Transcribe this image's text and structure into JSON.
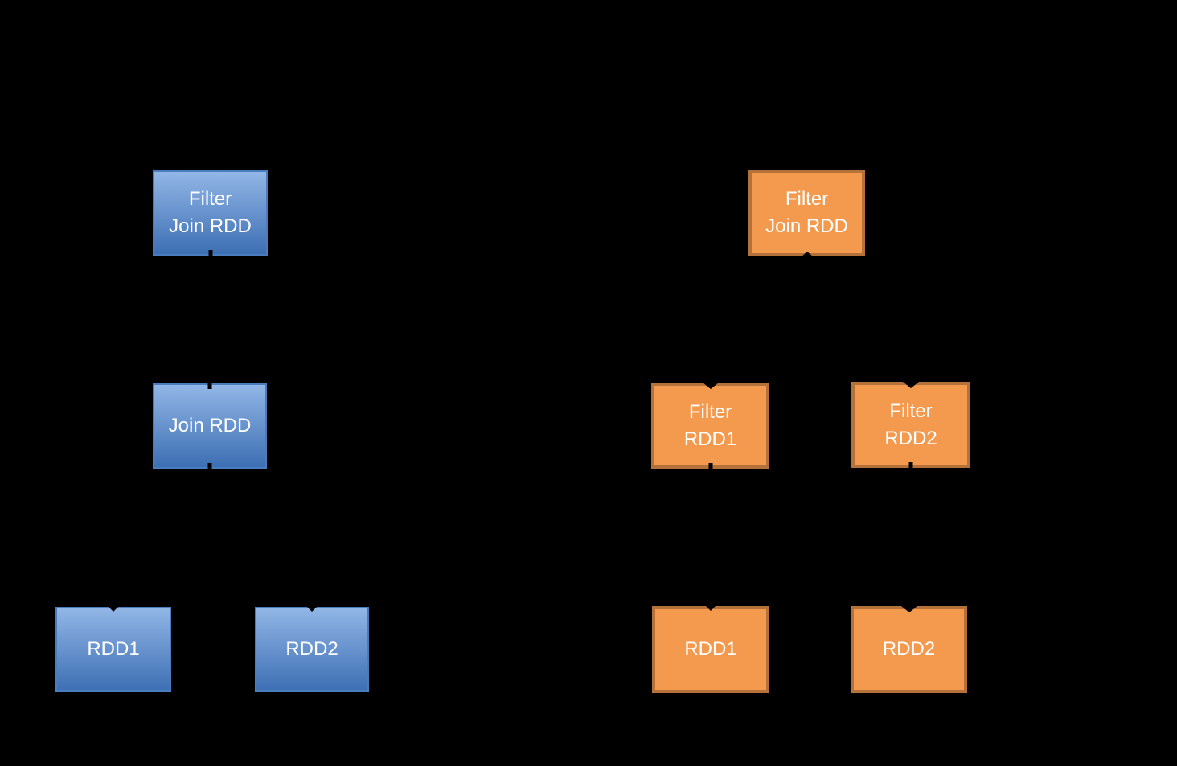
{
  "colors": {
    "background": "#000000",
    "text": "#ffffff",
    "blue_fill_top": "#92b6e6",
    "blue_fill_bottom": "#3d6fb4",
    "blue_border": "#4a7dbd",
    "orange_fill": "#f49a4e",
    "orange_border": "#b5713a"
  },
  "nodes": {
    "left_filter_join_rdd": {
      "line1": "Filter",
      "line2": "Join RDD"
    },
    "left_join_rdd": {
      "line1": "Join RDD"
    },
    "left_rdd1": {
      "line1": "RDD1"
    },
    "left_rdd2": {
      "line1": "RDD2"
    },
    "right_filter_join_rdd": {
      "line1": "Filter",
      "line2": "Join RDD"
    },
    "right_filter_rdd1": {
      "line1": "Filter",
      "line2": "RDD1"
    },
    "right_filter_rdd2": {
      "line1": "Filter",
      "line2": "RDD2"
    },
    "right_rdd1": {
      "line1": "RDD1"
    },
    "right_rdd2": {
      "line1": "RDD2"
    }
  }
}
